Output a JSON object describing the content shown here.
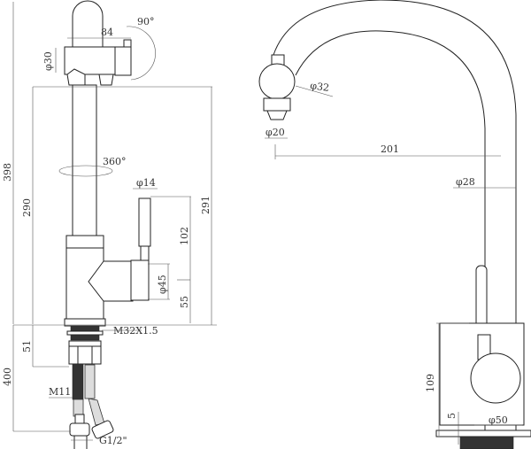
{
  "title": "Kitchen faucet technical drawing",
  "views": [
    "side-view",
    "front-view"
  ],
  "side_view": {
    "dimensions": {
      "top_width": "84",
      "rotation_handle": "90°",
      "spout_diameter": "φ30",
      "total_height": "398",
      "spout_height": "290",
      "rotation_spout": "360°",
      "handle_diameter": "φ14",
      "body_height": "291",
      "handle_length": "102",
      "body_diameter": "φ45",
      "base_height": "55",
      "thread": "M32X1.5",
      "shank_length": "51",
      "hose_length": "400",
      "hose_thread": "M11",
      "hose_connector": "G1/2\""
    }
  },
  "front_view": {
    "dimensions": {
      "aerator_head": "φ32",
      "aerator_outlet": "φ20",
      "reach": "201",
      "spout_tube": "φ28",
      "body_height": "109",
      "base_plate": "5",
      "body_diameter": "φ50"
    }
  },
  "colors": {
    "line": "#222222",
    "background": "#ffffff"
  }
}
